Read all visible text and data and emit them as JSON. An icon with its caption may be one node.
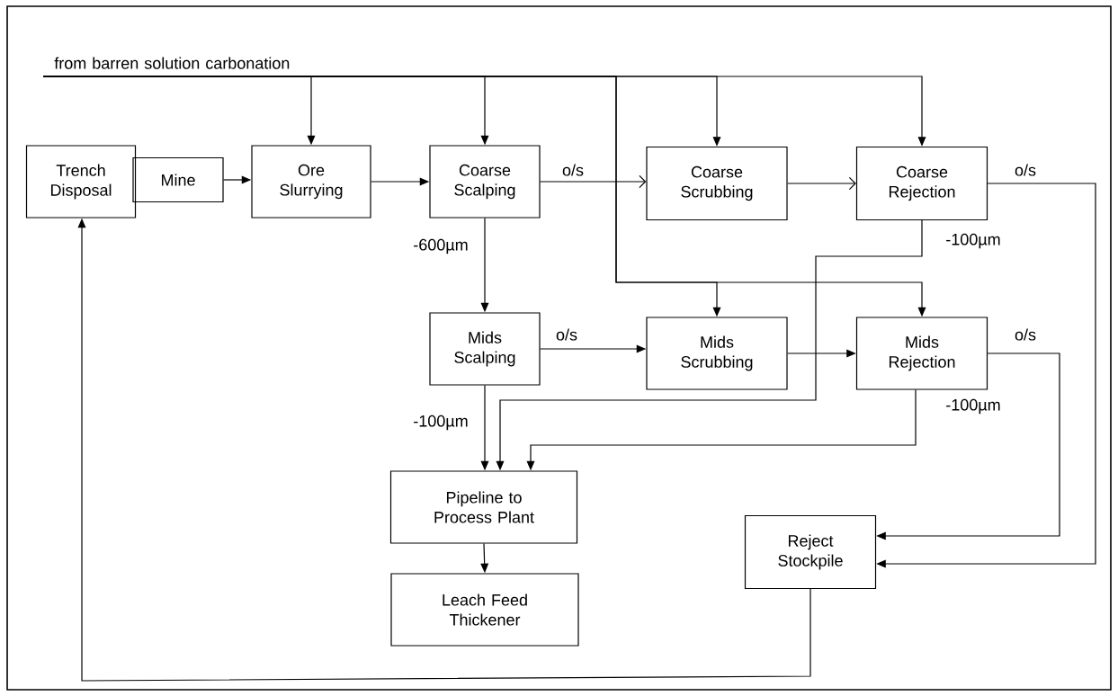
{
  "diagram": {
    "nodes": [
      {
        "text": [
          "Trench Disposal"
        ]
      },
      {
        "text": [
          "Mine"
        ]
      },
      {
        "text": [
          "Ore Slurrying"
        ]
      },
      {
        "text": [
          "Coarse Scalping"
        ]
      },
      {
        "text": [
          "Coarse Scrubbing"
        ]
      },
      {
        "text": [
          "Coarse Rejection"
        ]
      },
      {
        "text": [
          "Mids Scalping"
        ]
      },
      {
        "text": [
          "Mids Scrubbing"
        ]
      },
      {
        "text": [
          "Mids Rejection"
        ]
      },
      {
        "text": [
          "Pipeline to Process Plant"
        ]
      },
      {
        "text": [
          "Leach Feed Thickener"
        ]
      },
      {
        "text": [
          "Reject Stockpile"
        ]
      },
      {
        "text": [
          "from barren solution carbonation"
        ]
      }
    ],
    "edges": [
      {
        "from": 1,
        "to": 2,
        "arrow": "to"
      },
      {
        "from": 2,
        "to": 3,
        "arrow": "to"
      },
      {
        "from": 3,
        "to": 4,
        "arrow": "to",
        "label": "o/s"
      },
      {
        "from": 4,
        "to": 5,
        "arrow": "to"
      },
      {
        "from": 5,
        "to": 11,
        "arrow": "to",
        "label": "o/s"
      },
      {
        "from": 3,
        "to": 6,
        "arrow": "to",
        "label": "-600µm"
      },
      {
        "from": 6,
        "to": 7,
        "arrow": "to",
        "label": "o/s"
      },
      {
        "from": 7,
        "to": 8,
        "arrow": "to"
      },
      {
        "from": 8,
        "to": 11,
        "arrow": "to",
        "label": "o/s"
      },
      {
        "from": 6,
        "to": 9,
        "arrow": "to",
        "label": "-100µm"
      },
      {
        "from": 5,
        "to": 9,
        "arrow": "to",
        "label": "-100µm"
      },
      {
        "from": 8,
        "to": 9,
        "arrow": "to",
        "label": "-100µm"
      },
      {
        "from": 9,
        "to": 10,
        "arrow": "to"
      },
      {
        "from": 11,
        "to": 0,
        "arrow": "to"
      },
      {
        "from": 12,
        "to": 2,
        "arrow": "to"
      },
      {
        "from": 12,
        "to": 3,
        "arrow": "to"
      },
      {
        "from": 12,
        "to": 4,
        "arrow": "to"
      },
      {
        "from": 12,
        "to": 5,
        "arrow": "to"
      },
      {
        "from": 12,
        "to": 7,
        "arrow": "to"
      },
      {
        "from": 12,
        "to": 8,
        "arrow": "to"
      }
    ]
  }
}
